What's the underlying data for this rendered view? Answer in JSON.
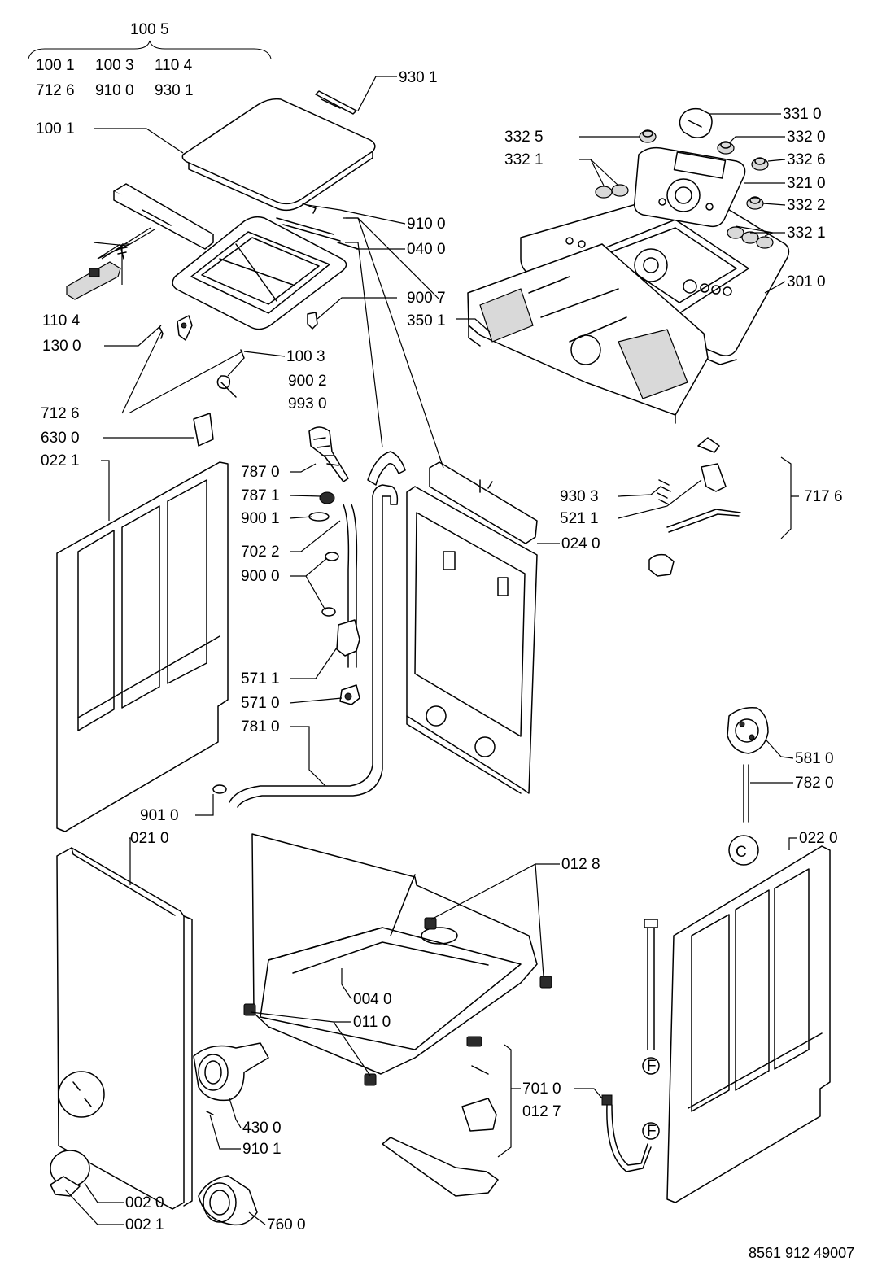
{
  "kit_header": {
    "top": "100 5",
    "line1": [
      "100 1",
      "100 3",
      "110 4"
    ],
    "line2": [
      "712 6",
      "910 0",
      "930 1"
    ]
  },
  "labels": {
    "930_1": "930 1",
    "100_1": "100 1",
    "910_0": "910 0",
    "040_0": "040 0",
    "110_4": "110 4",
    "130_0": "130 0",
    "100_3": "100 3",
    "712_6": "712 6",
    "630_0": "630 0",
    "022_1": "022 1",
    "900_7": "900 7",
    "350_1": "350 1",
    "900_2": "900 2",
    "993_0": "993 0",
    "331_0": "331 0",
    "332_5": "332 5",
    "332_0": "332 0",
    "332_1_left": "332 1",
    "332_6": "332 6",
    "321_0": "321 0",
    "332_2": "332 2",
    "332_1_right": "332 1",
    "301_0": "301 0",
    "787_0": "787 0",
    "787_1": "787 1",
    "900_1": "900 1",
    "702_2": "702 2",
    "900_0": "900 0",
    "571_1": "571 1",
    "571_0": "571 0",
    "781_0": "781 0",
    "901_0": "901 0",
    "021_0": "021 0",
    "024_0": "024 0",
    "930_3": "930 3",
    "521_1": "521 1",
    "717_6": "717 6",
    "581_0": "581 0",
    "782_0": "782 0",
    "022_0": "022 0",
    "012_8": "012 8",
    "004_0": "004 0",
    "011_0": "011 0",
    "701_0": "701 0",
    "012_7": "012 7",
    "430_0": "430 0",
    "910_1": "910 1",
    "002_0": "002 0",
    "002_1": "002 1",
    "760_0": "760 0"
  },
  "connectors": {
    "C": "C",
    "F_upper": "F",
    "F_lower": "F"
  },
  "drawing_number": "8561 912 49007"
}
